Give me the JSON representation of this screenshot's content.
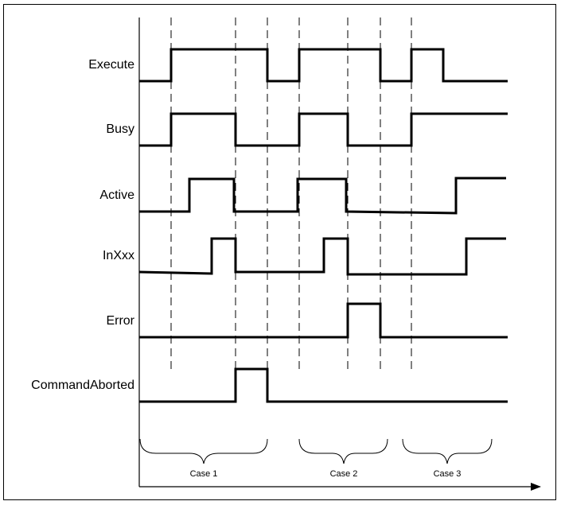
{
  "signals": [
    {
      "name": "Execute"
    },
    {
      "name": "Busy"
    },
    {
      "name": "Active"
    },
    {
      "name": "InXxx"
    },
    {
      "name": "Error"
    },
    {
      "name": "CommandAborted"
    }
  ],
  "cases": [
    {
      "label": "Case 1"
    },
    {
      "label": "Case 2"
    },
    {
      "label": "Case 3"
    }
  ]
}
